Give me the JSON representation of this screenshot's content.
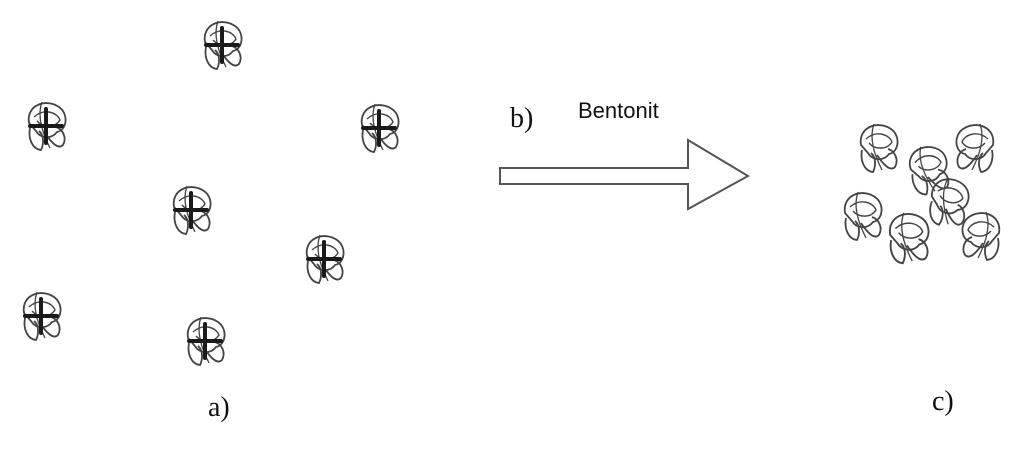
{
  "panels": {
    "a_label": "a)",
    "b_label": "b)",
    "c_label": "c)"
  },
  "reagent": {
    "label": "Bentonit"
  },
  "icons": {
    "dispersed_particle": "clay-particle-with-plus-charge-icon",
    "aggregated_particle": "clay-particle-icon",
    "arrow": "right-arrow-icon"
  },
  "colors": {
    "stroke": "#444444",
    "charge": "#1a1a1a",
    "text": "#111111"
  }
}
